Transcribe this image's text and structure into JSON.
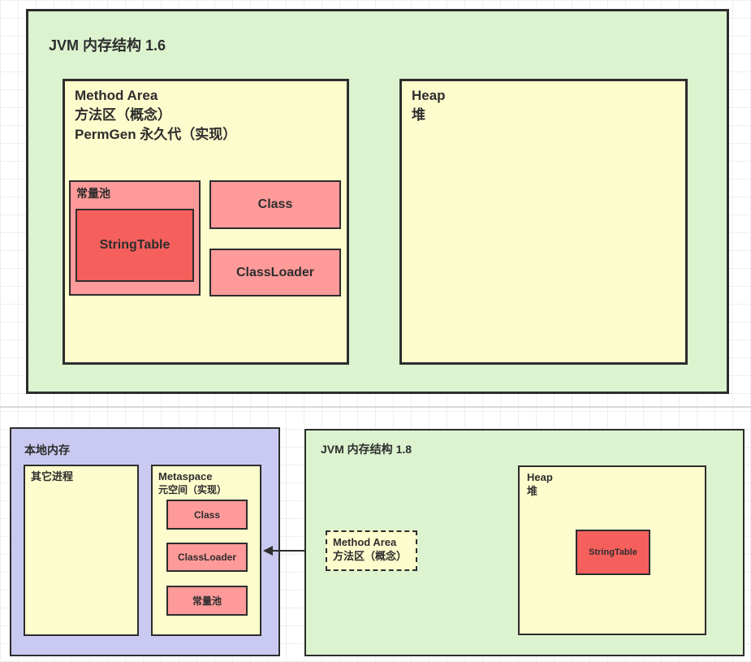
{
  "colors": {
    "section_green": "#dcf3cf",
    "box_yellow": "#fdfccd",
    "box_pink": "#ff9a9a",
    "box_red": "#f5605d",
    "native_lavender": "#c9c9f1",
    "stroke": "#2d2d2d"
  },
  "jvm16": {
    "title": "JVM 内存结构 1.6",
    "method_area": {
      "line1": "Method Area",
      "line2": "方法区（概念）",
      "line3": "PermGen 永久代（实现）",
      "constant_pool": {
        "label": "常量池",
        "string_table": "StringTable"
      },
      "class_label": "Class",
      "classloader_label": "ClassLoader"
    },
    "heap": {
      "line1": "Heap",
      "line2": "堆"
    }
  },
  "native_memory": {
    "title": "本地内存",
    "other_process": "其它进程",
    "metaspace": {
      "line1": "Metaspace",
      "line2": "元空间（实现）",
      "class_label": "Class",
      "classloader_label": "ClassLoader",
      "constant_pool": "常量池"
    }
  },
  "jvm18": {
    "title": "JVM 内存结构 1.8",
    "method_area": {
      "line1": "Method Area",
      "line2": "方法区（概念）"
    },
    "heap": {
      "line1": "Heap",
      "line2": "堆",
      "string_table": "StringTable"
    }
  }
}
